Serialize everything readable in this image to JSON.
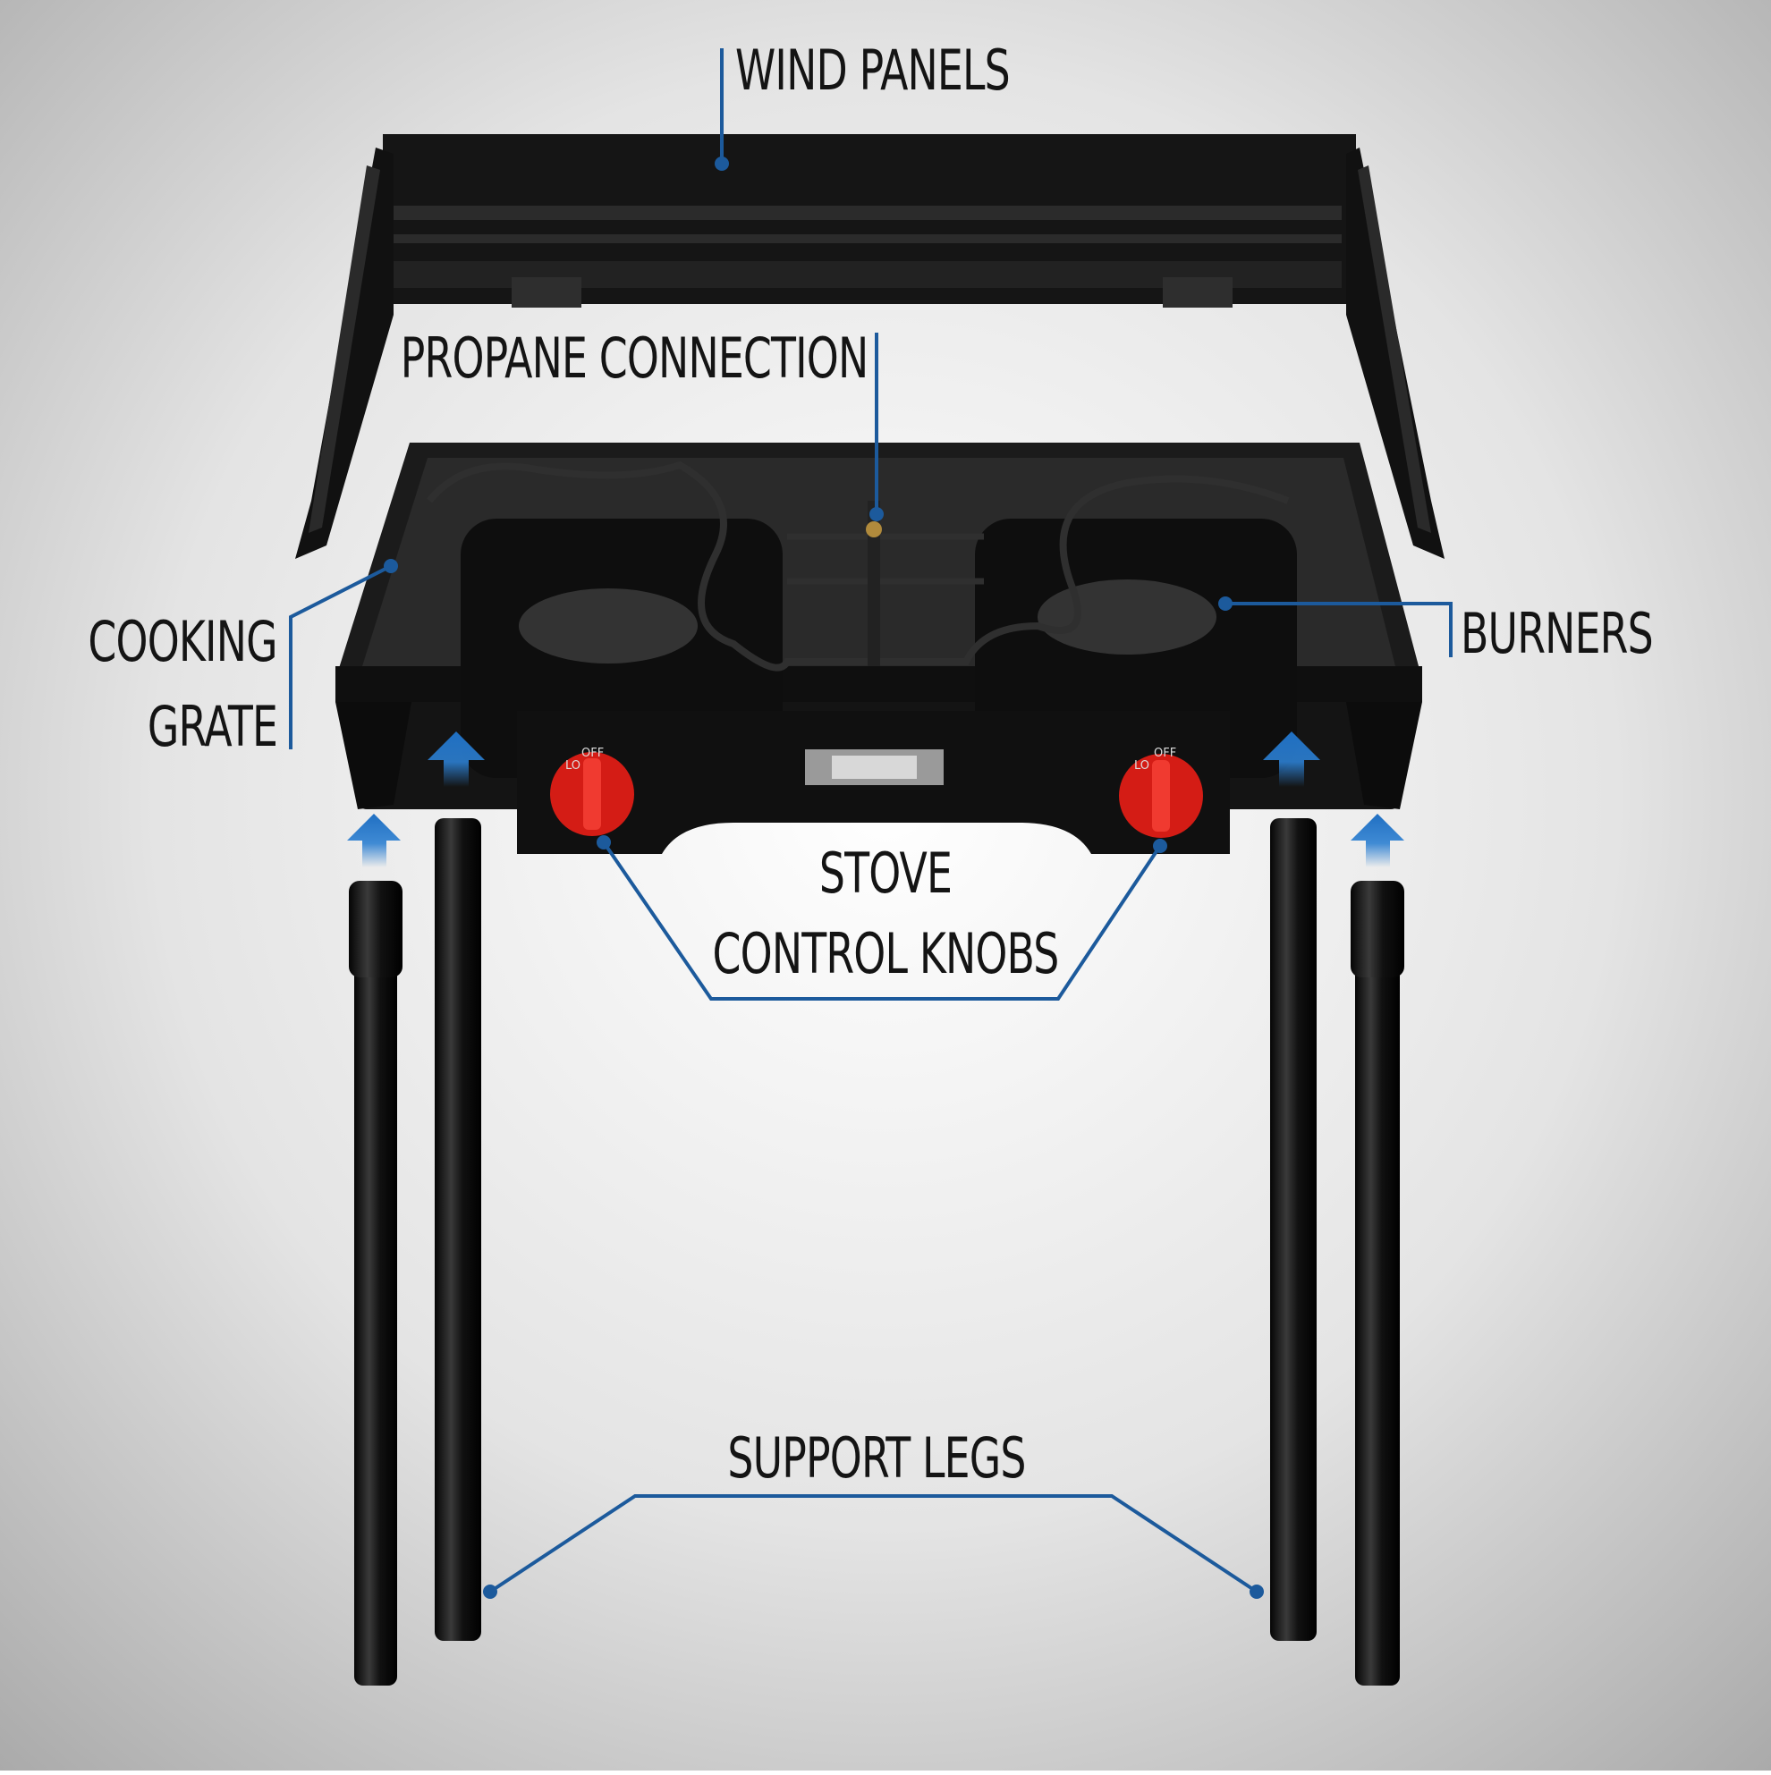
{
  "labels": {
    "wind_panels": "WIND PANELS",
    "propane_connection": "PROPANE CONNECTION",
    "cooking_grate_line1": "COOKING",
    "cooking_grate_line2": "GRATE",
    "burners": "BURNERS",
    "stove_line1": "STOVE",
    "stove_line2": "CONTROL KNOBS",
    "support_legs": "SUPPORT LEGS"
  },
  "knob_marks": {
    "lo": "LO",
    "off": "OFF"
  },
  "colors": {
    "background": "#c9c9c9",
    "callout": "#1c5a9c",
    "arrow": "#2c7fd1",
    "metal": "#1a1a1a",
    "knob": "#e8221b"
  }
}
